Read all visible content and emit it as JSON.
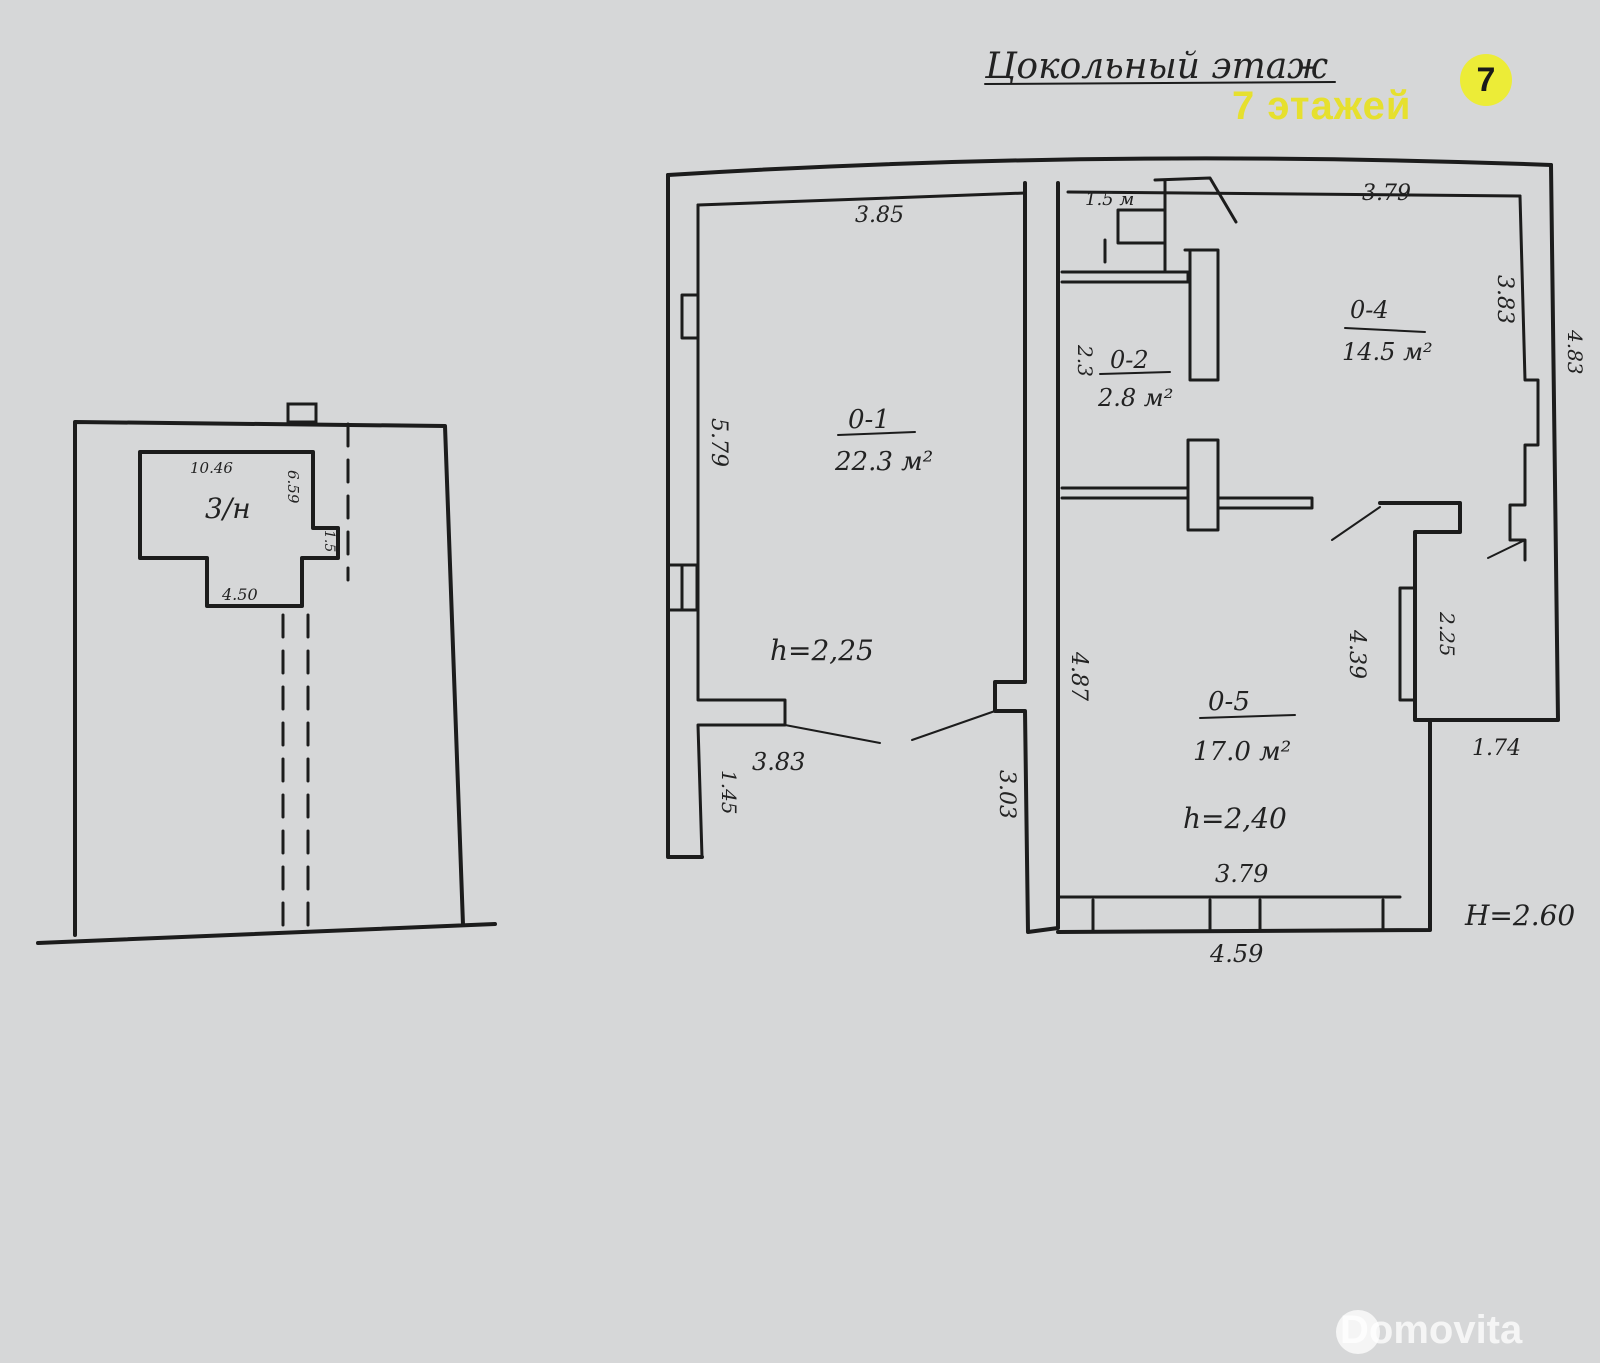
{
  "title": "Цокольный этаж",
  "brand": {
    "badge": "7",
    "label": "7 этажей",
    "watermark": "Domovita",
    "color": "#e6e02e"
  },
  "site_plan": {
    "dim_top": "10.46",
    "dim_right": "6.59",
    "dim_small": "1.5",
    "dim_bottom": "4.50",
    "label": "3/н"
  },
  "rooms": [
    {
      "id": "0-1",
      "area": "22.3 м²"
    },
    {
      "id": "0-2",
      "area": "2.8 м²"
    },
    {
      "id": "0-4",
      "area": "14.5 м²"
    },
    {
      "id": "0-5",
      "area": "17.0 м²"
    }
  ],
  "dimensions": {
    "top_left": "3.85",
    "top_small": "1.5 м",
    "top_right": "3.79",
    "left_wall": "5.79",
    "right_inner": "3.83",
    "right_outer": "4.83",
    "bathroom_side": "2.3",
    "middle_wall": "4.87",
    "lower_left": "3.83",
    "short_wall": "1.45",
    "corridor": "3.03",
    "kitchen_right": "4.39",
    "window_wall": "2.25",
    "kitchen_bottom": "3.79",
    "outer_bottom": "4.59",
    "right_low": "1.74"
  },
  "heights": {
    "room_1": "h=2,25",
    "room_5": "h=2,40",
    "total": "H=2.60"
  }
}
